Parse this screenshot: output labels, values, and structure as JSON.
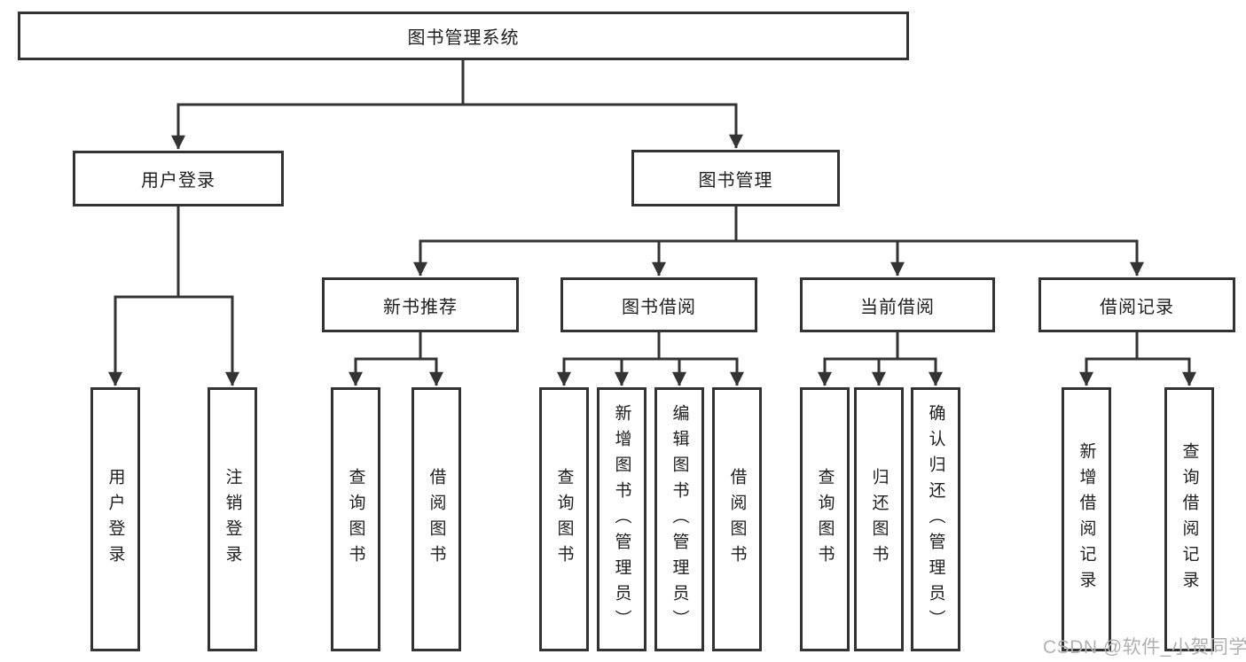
{
  "diagram": {
    "root": {
      "label": "图书管理系统"
    },
    "branches": {
      "user_login": {
        "label": "用户登录",
        "children": [
          {
            "label": "用户登录"
          },
          {
            "label": "注销登录"
          }
        ]
      },
      "book_mgmt": {
        "label": "图书管理",
        "groups": [
          {
            "label": "新书推荐",
            "children": [
              {
                "label": "查询图书"
              },
              {
                "label": "借阅图书"
              }
            ]
          },
          {
            "label": "图书借阅",
            "children": [
              {
                "label": "查询图书"
              },
              {
                "label": "新增图书（管理员）"
              },
              {
                "label": "编辑图书（管理员）"
              },
              {
                "label": "借阅图书"
              }
            ]
          },
          {
            "label": "当前借阅",
            "children": [
              {
                "label": "查询图书"
              },
              {
                "label": "归还图书"
              },
              {
                "label": "确认归还（管理员）"
              }
            ]
          },
          {
            "label": "借阅记录",
            "children": [
              {
                "label": "新增借阅记录"
              },
              {
                "label": "查询借阅记录"
              }
            ]
          }
        ]
      }
    }
  },
  "watermark": {
    "text": "CSDN @软件_小贺同学"
  },
  "colors": {
    "line": "#333333",
    "text": "#1f1f1f",
    "background": "#ffffff",
    "watermark": "#b0b0b0"
  }
}
